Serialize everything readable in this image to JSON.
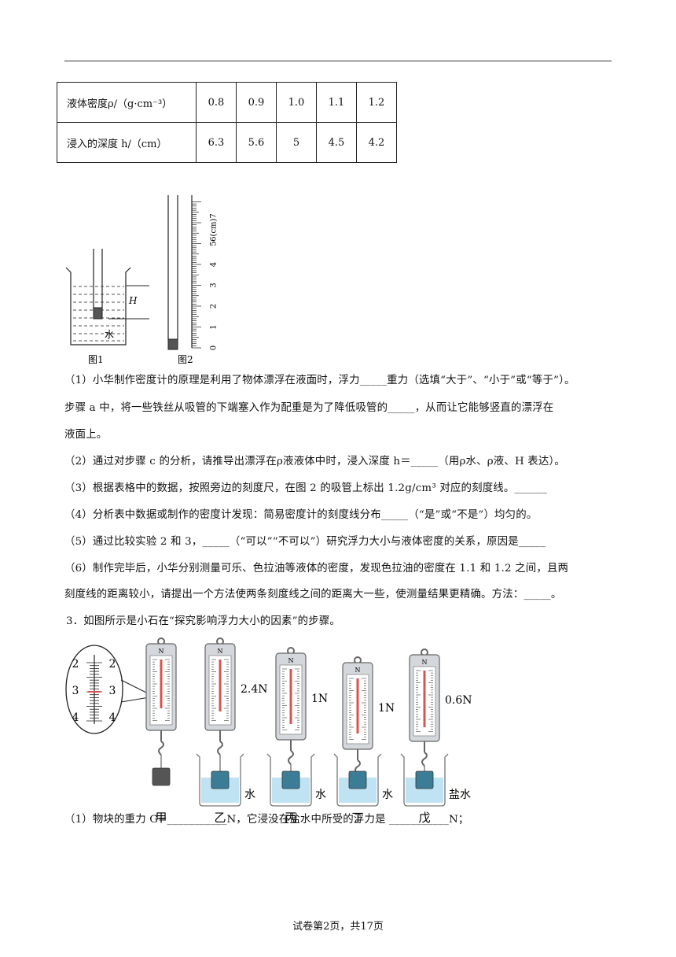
{
  "table": {
    "row1_header": "液体密度ρ/（g·cm⁻³）",
    "row1_values": [
      "0.8",
      "0.9",
      "1.0",
      "1.1",
      "1.2"
    ],
    "row2_header": "浸入的深度 h/（cm）",
    "row2_values": [
      "6.3",
      "5.6",
      "5",
      "4.5",
      "4.2"
    ]
  },
  "fig1": {
    "label": "图1",
    "H": "H",
    "water": "水"
  },
  "fig2": {
    "label": "图2",
    "unit": "6(cm)7",
    "ticks": [
      "0",
      "1",
      "2",
      "3",
      "4",
      "5"
    ]
  },
  "q2": {
    "p1a": "（1）小华制作密度计的原理是利用了物体漂浮在液面时，浮力_____重力（选填“大于”、“小于”或“等于”）。",
    "p1b": "步骤 a 中，将一些铁丝从吸管的下端塞入作为配重是为了降低吸管的_____，从而让它能够竖直的漂浮在",
    "p1c": "液面上。",
    "p2": "（2）通过对步骤 c 的分析，请推导出漂浮在ρ液液体中时，浸入深度 h＝_____（用ρ水、ρ液、H 表达）。",
    "p3": "（3）根据表格中的数据，按照旁边的刻度尺，在图 2 的吸管上标出 1.2g/cm³ 对应的刻度线。______",
    "p4": "（4）分析表中数据或制作的密度计发现：简易密度计的刻度线分布_____（“是”或“不是”）均匀的。",
    "p5": "（5）通过比较实验 2 和 3，_____（“可以”“不可以”）研究浮力大小与液体密度的关系，原因是_____",
    "p6a": "（6）制作完毕后，小华分别测量可乐、色拉油等液体的密度，发现色拉油的密度在 1.1 和 1.2 之间，且两",
    "p6b": "刻度线的距离较小，请提出一个方法使两条刻度线之间的距离大一些，使测量结果更精确。方法：_____。"
  },
  "q3": {
    "stem": "3．如图所示是小石在“探究影响浮力大小的因素”的步骤。",
    "zoom_ticks": [
      "2",
      "3",
      "4"
    ],
    "scale_unit": "N",
    "readings": [
      "2.4N",
      "1N",
      "1N",
      "0.6N"
    ],
    "liquids": [
      "水",
      "水",
      "水",
      "盐水"
    ],
    "labels": [
      "甲",
      "乙",
      "丙",
      "丁",
      "戊"
    ],
    "sub1": "（1）物块的重力 G=___________N，它浸没在盐水中所受的浮力是 ___________N；"
  },
  "footer": "试卷第2页，共17页",
  "colors": {
    "water": "#bfe3f2",
    "gauge_red": "#d9534f",
    "block": "#555555"
  }
}
